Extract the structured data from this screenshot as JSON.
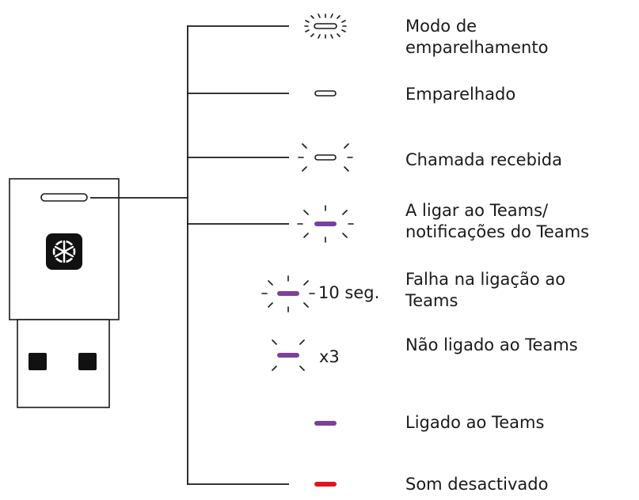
{
  "colors": {
    "line": "#1a1a1a",
    "white_led": "#ffffff",
    "purple_led": "#7b3fa0",
    "red_led": "#e1141e",
    "logo_bg": "#111111"
  },
  "device": {
    "logo_icon": "teams-asterisk-logo-icon"
  },
  "states": [
    {
      "id": "pairing",
      "label": "Modo de\nemparelhamento",
      "led_color": "white",
      "led_effect": "fast-blink"
    },
    {
      "id": "paired",
      "label": "Emparelhado",
      "led_color": "white",
      "led_effect": "solid"
    },
    {
      "id": "incoming-call",
      "label": "Chamada recebida",
      "led_color": "white",
      "led_effect": "blink"
    },
    {
      "id": "connecting-teams",
      "label": "A ligar ao Teams/\nnotificações do Teams",
      "led_color": "purple",
      "led_effect": "blink"
    },
    {
      "id": "teams-failure",
      "label": "Falha na ligação ao\nTeams",
      "led_color": "purple",
      "led_effect": "blink",
      "suffix": "10 seg."
    },
    {
      "id": "not-connected-teams",
      "label": "Não ligado ao Teams",
      "led_color": "purple",
      "led_effect": "blink",
      "suffix": "x3"
    },
    {
      "id": "connected-teams",
      "label": "Ligado ao Teams",
      "led_color": "purple",
      "led_effect": "solid"
    },
    {
      "id": "muted",
      "label": "Som desactivado",
      "led_color": "red",
      "led_effect": "solid"
    }
  ]
}
